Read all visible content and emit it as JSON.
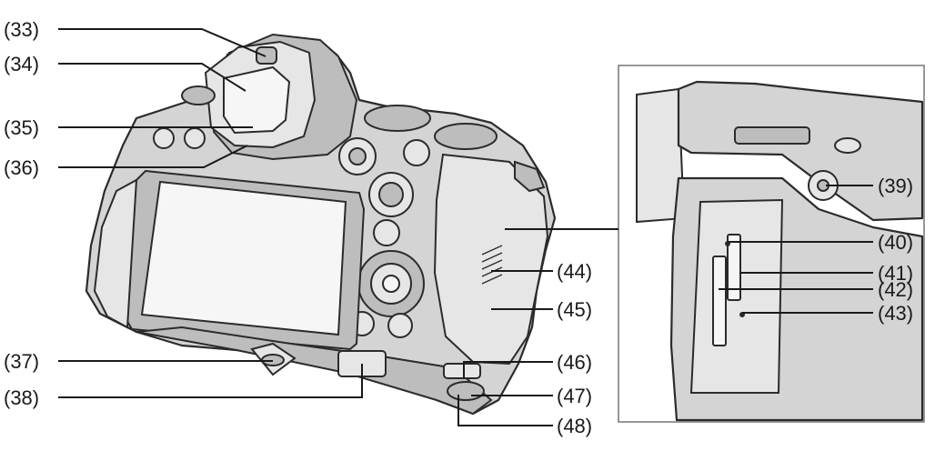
{
  "callouts": {
    "c33": "(33)",
    "c34": "(34)",
    "c35": "(35)",
    "c36": "(36)",
    "c37": "(37)",
    "c38": "(38)",
    "c39": "(39)",
    "c40": "(40)",
    "c41": "(41)",
    "c42": "(42)",
    "c43": "(43)",
    "c44": "(44)",
    "c45": "(45)",
    "c46": "(46)",
    "c47": "(47)",
    "c48": "(48)"
  }
}
